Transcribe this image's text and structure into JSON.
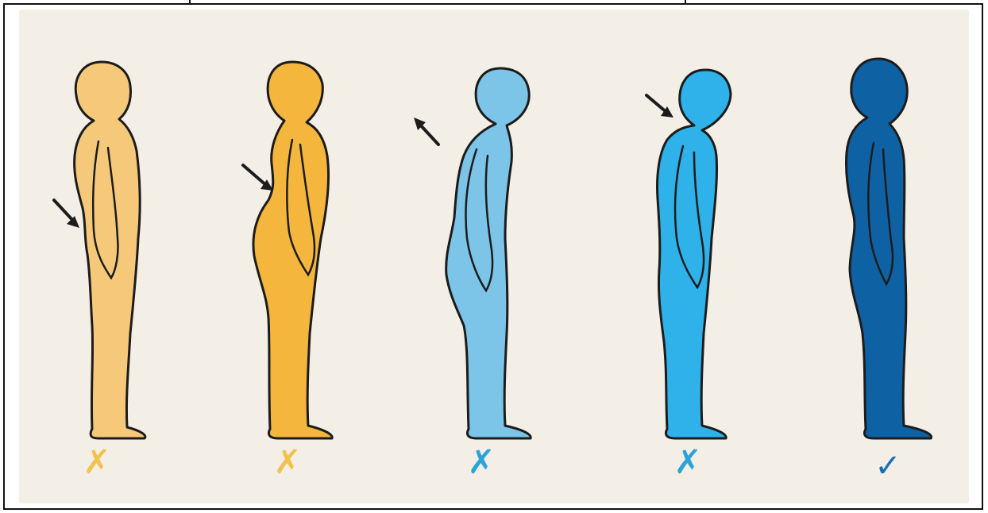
{
  "colors": {
    "background": "#f4efe6",
    "outline": "#1c1c1c",
    "arrow": "#1c1c1c"
  },
  "figures": [
    {
      "posture": "posture-1",
      "fill": "#f6c97a",
      "mark": "cross",
      "mark_symbol": "✗",
      "mark_color": "#f0c24e",
      "correct": false,
      "arrow": "lower-back"
    },
    {
      "posture": "posture-2",
      "fill": "#f4b63d",
      "mark": "cross",
      "mark_symbol": "✗",
      "mark_color": "#f0c24e",
      "correct": false,
      "arrow": "lower-back"
    },
    {
      "posture": "posture-3",
      "fill": "#7cc4e8",
      "mark": "cross",
      "mark_symbol": "✗",
      "mark_color": "#2ea3da",
      "correct": false,
      "arrow": "upper-back"
    },
    {
      "posture": "posture-4",
      "fill": "#2fb1ea",
      "mark": "cross",
      "mark_symbol": "✗",
      "mark_color": "#2ea3da",
      "correct": false,
      "arrow": "neck"
    },
    {
      "posture": "posture-5",
      "fill": "#0e62a4",
      "mark": "check",
      "mark_symbol": "✓",
      "mark_color": "#1a6fb5",
      "correct": true,
      "arrow": "none"
    }
  ]
}
